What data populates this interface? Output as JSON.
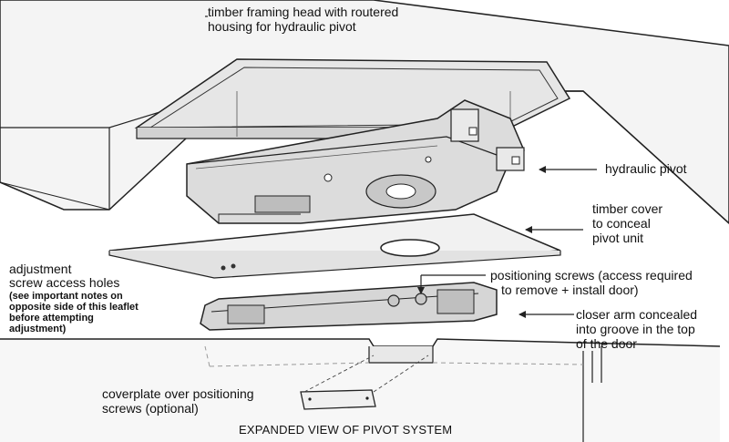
{
  "labels": {
    "head_line1": "timber framing head with routered",
    "head_line2": "housing for hydraulic pivot",
    "hydraulic_pivot": "hydraulic pivot",
    "cover_line1": "timber cover",
    "cover_line2": "to conceal",
    "cover_line3": "pivot unit",
    "adj_line1": "adjustment",
    "adj_line2": "screw access holes",
    "adj_note1": "(see important notes on",
    "adj_note2": "opposite side of this leaflet",
    "adj_note3": "before attempting",
    "adj_note4": "adjustment)",
    "pos_line1": "positioning screws (access required",
    "pos_line2": "to remove + install door)",
    "arm_line1": "closer arm concealed",
    "arm_line2": "into groove in the top",
    "arm_line3": "of the door",
    "coverplate_line1": "coverplate over positioning",
    "coverplate_line2": "screws (optional)",
    "caption": "EXPANDED VIEW OF PIVOT SYSTEM"
  },
  "colors": {
    "line": "#222222",
    "fill_light": "#f3f3f3",
    "fill_mid": "#dcdcdc",
    "fill_dark": "#bdbdbd",
    "dashed": "#9a9a9a"
  }
}
